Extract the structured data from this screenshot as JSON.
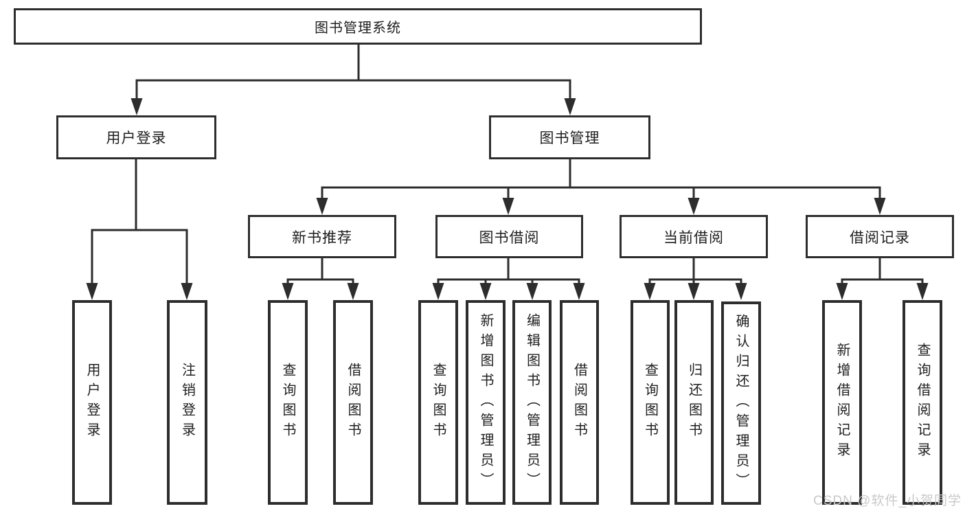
{
  "tree": {
    "root": {
      "label": "图书管理系统"
    },
    "branches": [
      {
        "label": "用户登录",
        "children": [
          {
            "label": "用户登录"
          },
          {
            "label": "注销登录"
          }
        ]
      },
      {
        "label": "图书管理",
        "children": [
          {
            "label": "新书推荐",
            "children": [
              {
                "label": "查询图书"
              },
              {
                "label": "借阅图书"
              }
            ]
          },
          {
            "label": "图书借阅",
            "children": [
              {
                "label": "查询图书"
              },
              {
                "label": "新增图书（管理员）"
              },
              {
                "label": "编辑图书（管理员）"
              },
              {
                "label": "借阅图书"
              }
            ]
          },
          {
            "label": "当前借阅",
            "children": [
              {
                "label": "查询图书"
              },
              {
                "label": "归还图书"
              },
              {
                "label": "确认归还（管理员）"
              }
            ]
          },
          {
            "label": "借阅记录",
            "children": [
              {
                "label": "新增借阅记录"
              },
              {
                "label": "查询借阅记录"
              }
            ]
          }
        ]
      }
    ]
  },
  "watermark": {
    "text": "CSDN @软件_小贺同学"
  },
  "colors": {
    "line": "#2d2d2d",
    "box_border": "#2d2d2d",
    "text": "#1e1e1e",
    "background": "#ffffff",
    "watermark": "#c9c9c9"
  }
}
